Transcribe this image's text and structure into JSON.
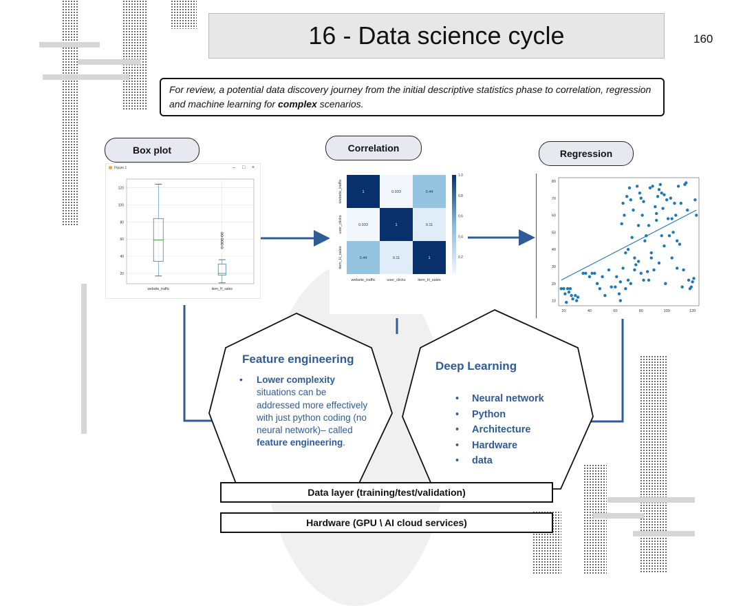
{
  "header": {
    "title": "16 - Data science cycle",
    "page_number": "160"
  },
  "intro": {
    "prefix": "For review, a potential data discovery journey from the initial descriptive statistics phase to correlation, regression and machine learning for ",
    "bold": "complex",
    "suffix": " scenarios."
  },
  "stages": {
    "boxplot": "Box plot",
    "correlation": "Correlation",
    "regression": "Regression"
  },
  "boxplot_window": {
    "title": "Figure 1",
    "controls": [
      "–",
      "□",
      "×"
    ]
  },
  "feature_engineering": {
    "title": "Feature engineering",
    "bullet": "•",
    "text_bold_1": "Lower complexity",
    "text_1": " situations can be addressed more effectively with just python coding (no neural network)– called ",
    "text_bold_2": "feature engineering",
    "text_2": "."
  },
  "deep_learning": {
    "title": "Deep Learning",
    "bullet": "•",
    "items": [
      "Neural network",
      "Python",
      "Architecture",
      "Hardware",
      "data"
    ]
  },
  "layers": {
    "data": "Data layer (training/test/validation)",
    "hardware": "Hardware (GPU \\ AI cloud services)"
  },
  "colors": {
    "accent_blue": "#2f5b97",
    "heat_dark": "#08306b",
    "heat_mid": "#82bbdb",
    "heat_light": "#f2f7fd",
    "scatter": "#1f77b4"
  },
  "chart_data": [
    {
      "type": "box",
      "categories": [
        "website_traffic",
        "item_H_sales"
      ],
      "yticks": [
        20,
        40,
        60,
        80,
        100,
        120
      ],
      "ylim": [
        8,
        130
      ],
      "boxes": [
        {
          "name": "website_traffic",
          "min": 17,
          "q1": 34,
          "median": 59,
          "q3": 84,
          "max": 124,
          "outliers": []
        },
        {
          "name": "item_H_sales",
          "min": 9,
          "q1": 18,
          "median": 20,
          "q3": 31,
          "max": 36,
          "outliers": [
            50,
            54,
            57,
            60,
            64,
            67
          ]
        }
      ],
      "grid": true
    },
    {
      "type": "heatmap",
      "labels": [
        "website_traffic",
        "user_clicks",
        "item_H_sales"
      ],
      "values": [
        [
          1,
          0.033,
          0.44
        ],
        [
          0.033,
          1,
          0.11
        ],
        [
          0.44,
          0.11,
          1
        ]
      ],
      "value_labels": [
        [
          "1",
          "0.033",
          "0.44"
        ],
        [
          "0.033",
          "1",
          "0.11"
        ],
        [
          "0.44",
          "0.11",
          "1"
        ]
      ],
      "colorbar_ticks": [
        "1.0",
        "0.8",
        "0.6",
        "0.4",
        "0.2"
      ],
      "vmin": 0.033,
      "vmax": 1.0
    },
    {
      "type": "scatter",
      "xticks": [
        20,
        40,
        60,
        80,
        100,
        120
      ],
      "yticks": [
        10,
        20,
        30,
        40,
        50,
        60,
        70,
        80
      ],
      "xlim": [
        16,
        125
      ],
      "ylim": [
        7,
        82
      ],
      "points": [
        [
          18,
          17
        ],
        [
          20,
          17
        ],
        [
          21,
          14
        ],
        [
          22,
          9
        ],
        [
          23,
          17
        ],
        [
          24,
          15
        ],
        [
          25,
          17
        ],
        [
          26,
          13
        ],
        [
          27,
          11
        ],
        [
          29,
          13
        ],
        [
          30,
          10
        ],
        [
          31,
          12
        ],
        [
          35,
          26
        ],
        [
          37,
          26
        ],
        [
          40,
          24
        ],
        [
          42,
          26
        ],
        [
          44,
          26
        ],
        [
          46,
          20
        ],
        [
          48,
          17
        ],
        [
          50,
          24
        ],
        [
          52,
          13
        ],
        [
          55,
          28
        ],
        [
          57,
          18
        ],
        [
          60,
          18
        ],
        [
          61,
          24
        ],
        [
          63,
          14
        ],
        [
          64,
          21
        ],
        [
          65,
          55
        ],
        [
          66,
          67
        ],
        [
          67,
          60
        ],
        [
          68,
          38
        ],
        [
          69,
          71
        ],
        [
          70,
          40
        ],
        [
          71,
          76
        ],
        [
          72,
          69
        ],
        [
          73,
          47
        ],
        [
          74,
          63
        ],
        [
          75,
          35
        ],
        [
          76,
          31
        ],
        [
          77,
          77
        ],
        [
          78,
          54
        ],
        [
          79,
          73
        ],
        [
          80,
          70
        ],
        [
          81,
          60
        ],
        [
          82,
          68
        ],
        [
          83,
          45
        ],
        [
          84,
          48
        ],
        [
          85,
          27
        ],
        [
          86,
          54
        ],
        [
          87,
          76
        ],
        [
          88,
          35
        ],
        [
          89,
          77
        ],
        [
          90,
          28
        ],
        [
          91,
          65
        ],
        [
          92,
          61
        ],
        [
          93,
          71
        ],
        [
          94,
          75
        ],
        [
          95,
          78
        ],
        [
          96,
          73
        ],
        [
          97,
          64
        ],
        [
          98,
          72
        ],
        [
          99,
          20
        ],
        [
          100,
          69
        ],
        [
          101,
          58
        ],
        [
          102,
          48
        ],
        [
          103,
          70
        ],
        [
          104,
          35
        ],
        [
          105,
          50
        ],
        [
          106,
          67
        ],
        [
          107,
          60
        ],
        [
          108,
          29
        ],
        [
          109,
          77
        ],
        [
          110,
          43
        ],
        [
          111,
          67
        ],
        [
          112,
          18
        ],
        [
          113,
          28
        ],
        [
          114,
          78
        ],
        [
          115,
          79
        ],
        [
          116,
          63
        ],
        [
          117,
          22
        ],
        [
          118,
          17
        ],
        [
          119,
          18
        ],
        [
          120,
          21
        ],
        [
          121,
          23
        ],
        [
          122,
          69
        ],
        [
          123,
          60
        ],
        [
          70,
          22
        ],
        [
          72,
          20
        ],
        [
          75,
          28
        ],
        [
          78,
          33
        ],
        [
          80,
          26
        ],
        [
          82,
          22
        ],
        [
          66,
          29
        ],
        [
          68,
          17
        ],
        [
          64,
          10
        ],
        [
          86,
          22
        ],
        [
          88,
          38
        ],
        [
          92,
          57
        ],
        [
          94,
          32
        ],
        [
          96,
          48
        ],
        [
          98,
          42
        ],
        [
          104,
          58
        ],
        [
          108,
          45
        ]
      ],
      "regression_line": [
        [
          18,
          22
        ],
        [
          123,
          63
        ]
      ]
    }
  ]
}
